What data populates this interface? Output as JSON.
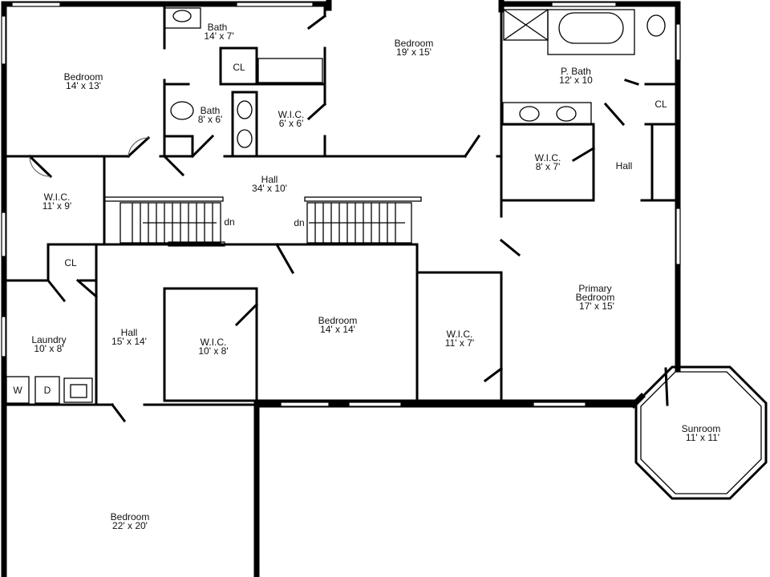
{
  "rooms": {
    "bedroom_nw": {
      "name": "Bedroom",
      "size": "14' x 13'"
    },
    "bath_upper": {
      "name": "Bath",
      "size": "14' x 7'"
    },
    "bath_lower": {
      "name": "Bath",
      "size": "8' x 6'"
    },
    "closet_bath": {
      "name": "CL"
    },
    "wic_small": {
      "name": "W.I.C.",
      "size": "6' x 6'"
    },
    "bedroom_n": {
      "name": "Bedroom",
      "size": "19' x 15'"
    },
    "p_bath": {
      "name": "P. Bath",
      "size": "12' x 10"
    },
    "closet_ne": {
      "name": "CL"
    },
    "wic_primary": {
      "name": "W.I.C.",
      "size": "8' x 7'"
    },
    "hall_ne": {
      "name": "Hall"
    },
    "hall_main": {
      "name": "Hall",
      "size": "34' x 10'"
    },
    "wic_w": {
      "name": "W.I.C.",
      "size": "11' x 9'"
    },
    "stairs_left": {
      "label": "dn"
    },
    "stairs_right": {
      "label": "dn"
    },
    "closet_w": {
      "name": "CL"
    },
    "laundry": {
      "name": "Laundry",
      "size": "10' x 8'"
    },
    "washer": {
      "label": "W"
    },
    "dryer": {
      "label": "D"
    },
    "hall_w": {
      "name": "Hall",
      "size": "15' x 14'"
    },
    "wic_mid": {
      "name": "W.I.C.",
      "size": "10' x 8'"
    },
    "bedroom_mid": {
      "name": "Bedroom",
      "size": "14' x 14'"
    },
    "wic_e": {
      "name": "W.I.C.",
      "size": "11' x 7'"
    },
    "primary_bedroom": {
      "name_line1": "Primary",
      "name_line2": "Bedroom",
      "size": "17' x 15'"
    },
    "sunroom": {
      "name": "Sunroom",
      "size": "11' x 11'"
    },
    "bedroom_sw": {
      "name": "Bedroom",
      "size": "22' x 20'"
    }
  }
}
